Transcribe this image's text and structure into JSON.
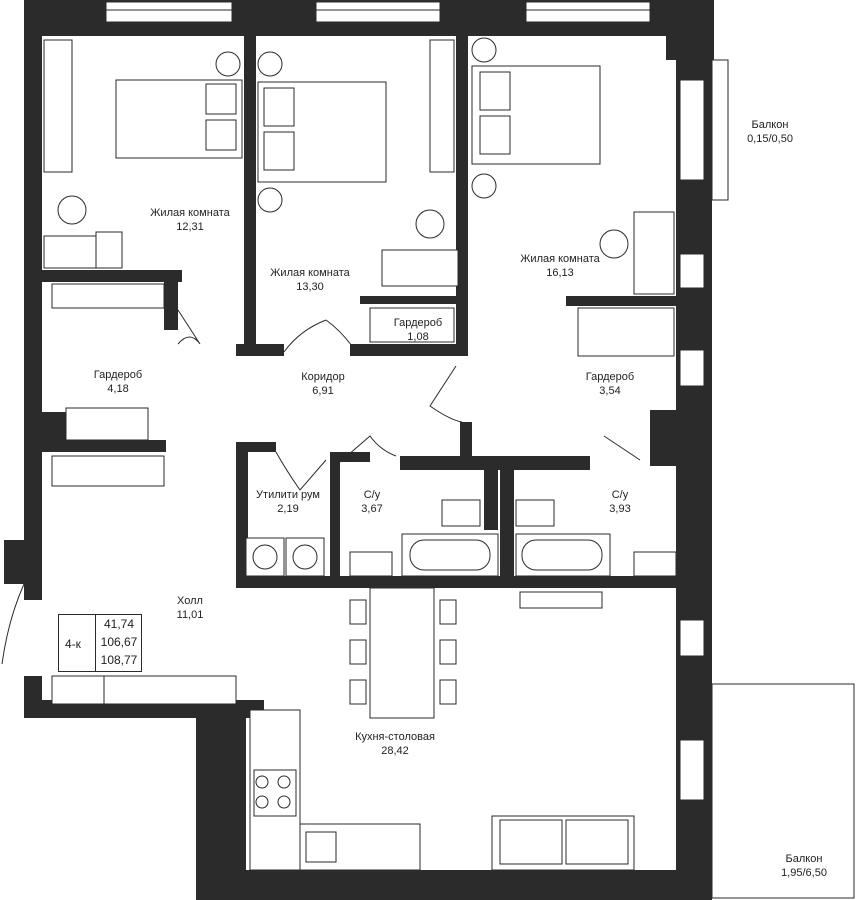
{
  "rooms": [
    {
      "id": "living1",
      "name": "Жилая комната",
      "area": "12,31"
    },
    {
      "id": "living2",
      "name": "Жилая комната",
      "area": "13,30"
    },
    {
      "id": "living3",
      "name": "Жилая комната",
      "area": "16,13"
    },
    {
      "id": "wardrobe_small",
      "name": "Гардероб",
      "area": "1,08"
    },
    {
      "id": "wardrobe_left",
      "name": "Гардероб",
      "area": "4,18"
    },
    {
      "id": "corridor",
      "name": "Коридор",
      "area": "6,91"
    },
    {
      "id": "wardrobe_right",
      "name": "Гардероб",
      "area": "3,54"
    },
    {
      "id": "utility",
      "name": "Утилити рум",
      "area": "2,19"
    },
    {
      "id": "bath1",
      "name": "С/у",
      "area": "3,67"
    },
    {
      "id": "bath2",
      "name": "С/у",
      "area": "3,93"
    },
    {
      "id": "hall",
      "name": "Холл",
      "area": "11,01"
    },
    {
      "id": "kitchen",
      "name": "Кухня-столовая",
      "area": "28,42"
    },
    {
      "id": "balcony_small",
      "name": "Балкон",
      "area": "0,15/0,50"
    },
    {
      "id": "balcony_large",
      "name": "Балкон",
      "area": "1,95/6,50"
    }
  ],
  "summary": {
    "type": "4-к",
    "living_area": "41,74",
    "total_area": "106,67",
    "total_with_balcony": "108,77"
  }
}
